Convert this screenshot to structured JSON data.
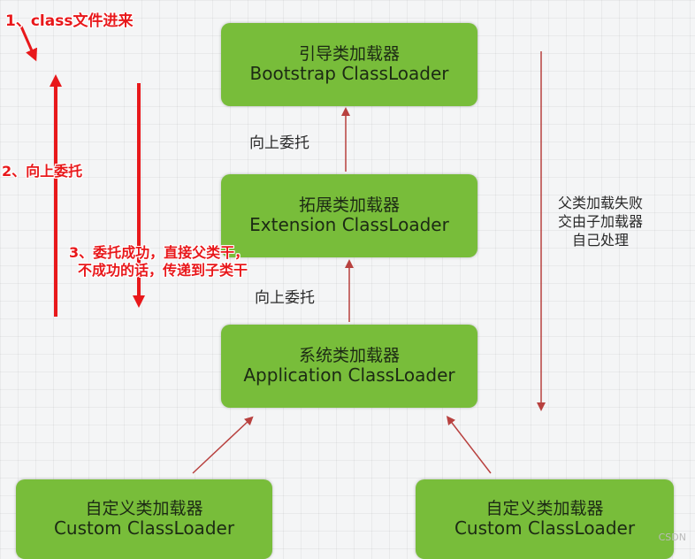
{
  "boxes": {
    "bootstrap": {
      "zh": "引导类加载器",
      "en": "Bootstrap ClassLoader"
    },
    "extension": {
      "zh": "拓展类加载器",
      "en": "Extension ClassLoader"
    },
    "application": {
      "zh": "系统类加载器",
      "en": "Application ClassLoader"
    },
    "custom_left": {
      "zh": "自定义类加载器",
      "en": "Custom ClassLoader"
    },
    "custom_right": {
      "zh": "自定义类加载器",
      "en": "Custom ClassLoader"
    }
  },
  "labels": {
    "delegate_up_top": "向上委托",
    "delegate_up_mid": "向上委托"
  },
  "side_note": {
    "line1": "父类加载失败",
    "line2": "交由子加载器",
    "line3": "自己处理"
  },
  "annotations": {
    "step1": "1、class文件进来",
    "step2": "2、向上委托",
    "step3_line1": "3、委托成功，直接父类干，",
    "step3_line2": "不成功的话，传递到子类干"
  },
  "colors": {
    "box_fill": "#78bd3a",
    "annotation_red": "#e8181b",
    "arrow_gray_red": "#b8413f"
  },
  "watermark": "CSDN"
}
